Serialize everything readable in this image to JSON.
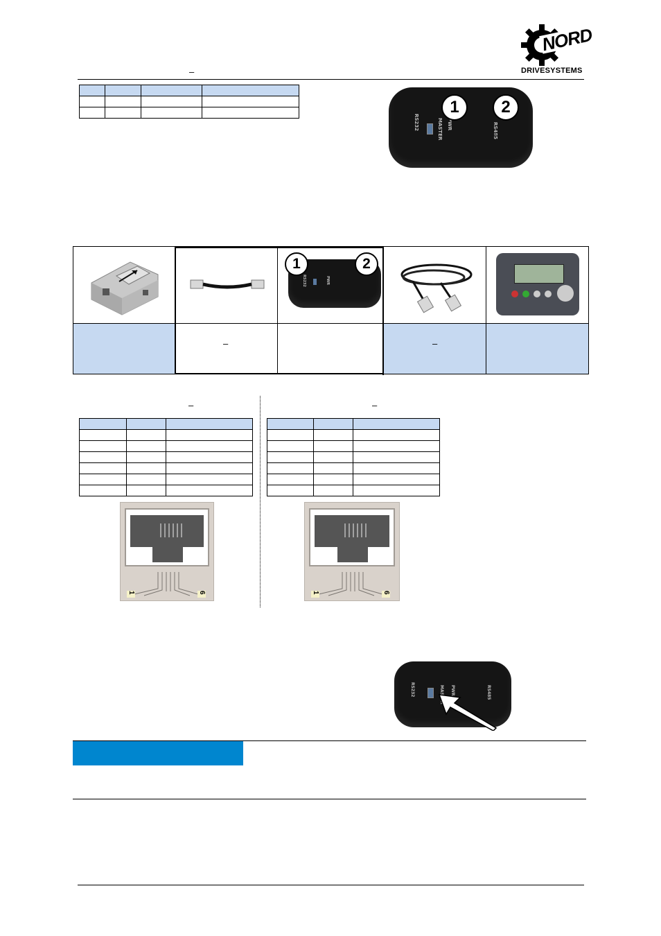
{
  "brand": {
    "logo_text": "NORD",
    "tagline": "DRIVESYSTEMS"
  },
  "header": {
    "dash": "–"
  },
  "callouts": {
    "one": "1",
    "two": "2"
  },
  "device_labels": {
    "rs232": "RS232",
    "master": "MASTER",
    "rs485": "RS485",
    "pwr": "PWR",
    "rs485_port": "RS485"
  },
  "components_row": {
    "dash_a": "–",
    "dash_b": "–"
  },
  "pinout": {
    "left_dash": "–",
    "right_dash": "–",
    "pin_first": "1",
    "pin_last": "6"
  },
  "colors": {
    "table_header": "#c6d9f1",
    "section_bar": "#0086cf",
    "device_body": "#151515"
  }
}
